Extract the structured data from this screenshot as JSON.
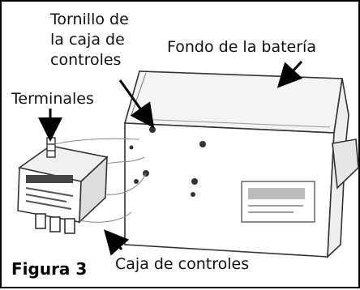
{
  "figure": {
    "labels": {
      "screw": "Tornillo de\nla caja de\ncontroles",
      "battery_bottom": "Fondo de la batería",
      "terminals": "Terminales",
      "control_box": "Caja de controles"
    },
    "figure_number": "Figura 3"
  }
}
